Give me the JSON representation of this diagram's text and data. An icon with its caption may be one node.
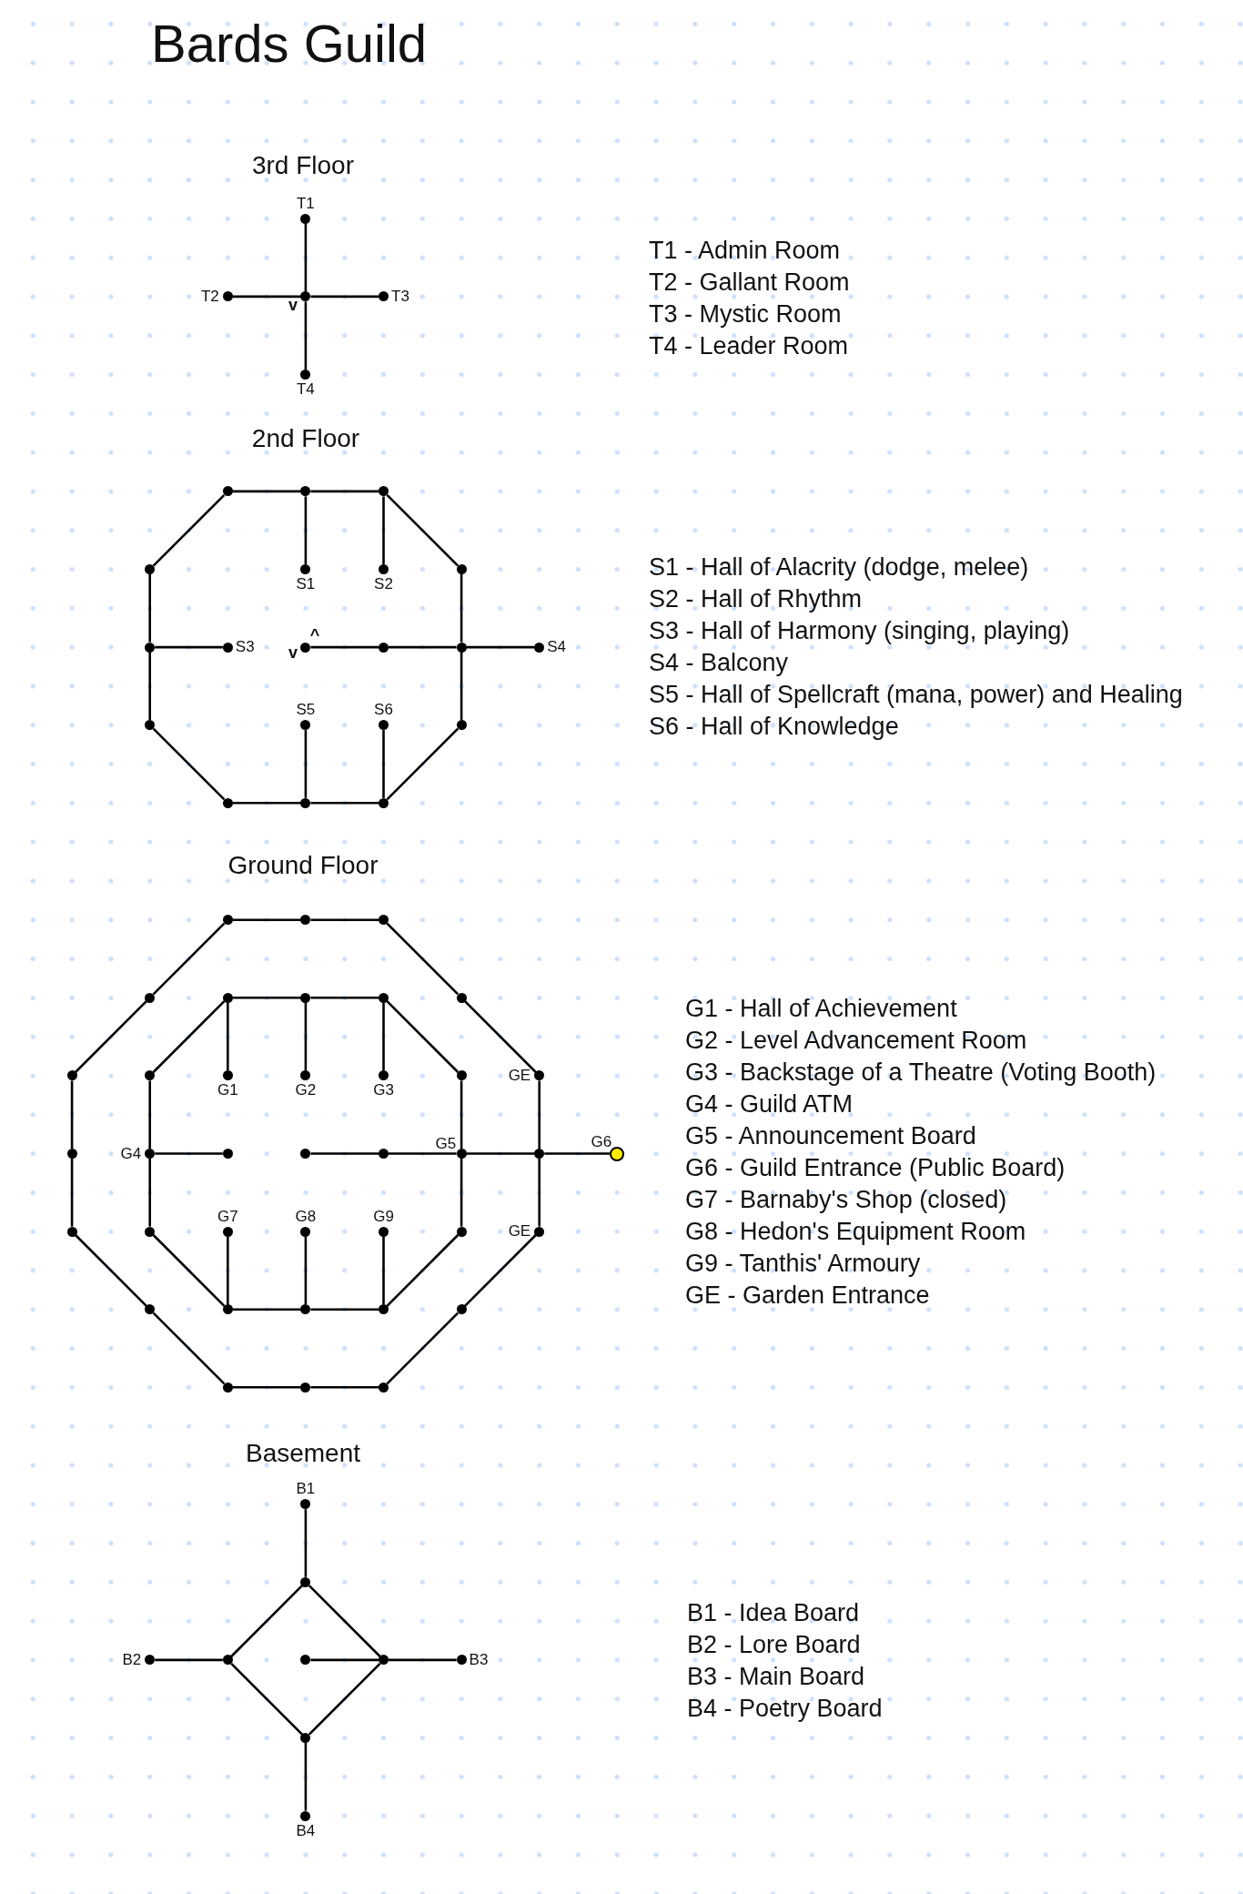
{
  "diagram": {
    "title": "Bards Guild",
    "nodes": [
      {
        "text": [],
        "shape": "circle",
        "beside": [
          "T1"
        ]
      },
      {
        "text": [],
        "shape": "circle",
        "beside": [
          "T2"
        ]
      },
      {
        "text": [],
        "shape": "circle"
      },
      {
        "text": [],
        "shape": "circle",
        "beside": [
          "T3"
        ]
      },
      {
        "text": [],
        "shape": "circle",
        "beside": [
          "T4"
        ]
      },
      {
        "text": [],
        "shape": "circle"
      },
      {
        "text": [],
        "shape": "circle"
      },
      {
        "text": [],
        "shape": "circle"
      },
      {
        "text": [],
        "shape": "circle"
      },
      {
        "text": [],
        "shape": "circle",
        "beside": [
          "S1"
        ]
      },
      {
        "text": [],
        "shape": "circle",
        "beside": [
          "S2"
        ]
      },
      {
        "text": [],
        "shape": "circle"
      },
      {
        "text": [],
        "shape": "circle"
      },
      {
        "text": [],
        "shape": "circle",
        "beside": [
          "S3"
        ]
      },
      {
        "text": [],
        "shape": "circle"
      },
      {
        "text": [],
        "shape": "circle"
      },
      {
        "text": [],
        "shape": "circle"
      },
      {
        "text": [],
        "shape": "circle",
        "beside": [
          "S4"
        ]
      },
      {
        "text": [],
        "shape": "circle"
      },
      {
        "text": [],
        "shape": "circle",
        "beside": [
          "S5"
        ]
      },
      {
        "text": [],
        "shape": "circle",
        "beside": [
          "S6"
        ]
      },
      {
        "text": [],
        "shape": "circle"
      },
      {
        "text": [],
        "shape": "circle"
      },
      {
        "text": [],
        "shape": "circle"
      },
      {
        "text": [],
        "shape": "circle"
      },
      {
        "text": [],
        "shape": "circle"
      },
      {
        "text": [],
        "shape": "circle"
      },
      {
        "text": [],
        "shape": "circle"
      },
      {
        "text": [],
        "shape": "circle"
      },
      {
        "text": [],
        "shape": "circle"
      },
      {
        "text": [],
        "shape": "circle"
      },
      {
        "text": [],
        "shape": "circle"
      },
      {
        "text": [],
        "shape": "circle"
      },
      {
        "text": [],
        "shape": "circle"
      },
      {
        "text": [],
        "shape": "circle"
      },
      {
        "text": [],
        "shape": "circle",
        "beside": [
          "G1"
        ]
      },
      {
        "text": [],
        "shape": "circle",
        "beside": [
          "G2"
        ]
      },
      {
        "text": [],
        "shape": "circle",
        "beside": [
          "G3"
        ]
      },
      {
        "text": [],
        "shape": "circle"
      },
      {
        "text": [],
        "shape": "circle",
        "beside": [
          "GE"
        ]
      },
      {
        "text": [],
        "shape": "circle"
      },
      {
        "text": [],
        "shape": "circle",
        "beside": [
          "G4"
        ]
      },
      {
        "text": [],
        "shape": "circle"
      },
      {
        "text": [],
        "shape": "circle"
      },
      {
        "text": [],
        "shape": "circle"
      },
      {
        "text": [],
        "shape": "circle",
        "beside": [
          "G5"
        ]
      },
      {
        "text": [],
        "shape": "circle"
      },
      {
        "text": [],
        "shape": "circle",
        "beside": [
          "G6"
        ]
      },
      {
        "text": [],
        "shape": "circle"
      },
      {
        "text": [],
        "shape": "circle"
      },
      {
        "text": [],
        "shape": "circle",
        "beside": [
          "G7"
        ]
      },
      {
        "text": [],
        "shape": "circle",
        "beside": [
          "G8"
        ]
      },
      {
        "text": [],
        "shape": "circle",
        "beside": [
          "G9"
        ]
      },
      {
        "text": [],
        "shape": "circle"
      },
      {
        "text": [],
        "shape": "circle",
        "beside": [
          "GE"
        ]
      },
      {
        "text": [],
        "shape": "circle"
      },
      {
        "text": [],
        "shape": "circle"
      },
      {
        "text": [],
        "shape": "circle"
      },
      {
        "text": [],
        "shape": "circle"
      },
      {
        "text": [],
        "shape": "circle"
      },
      {
        "text": [],
        "shape": "circle"
      },
      {
        "text": [],
        "shape": "circle"
      },
      {
        "text": [],
        "shape": "circle"
      },
      {
        "text": [],
        "shape": "circle",
        "beside": [
          "B1"
        ]
      },
      {
        "text": [],
        "shape": "circle"
      },
      {
        "text": [],
        "shape": "circle",
        "beside": [
          "B2"
        ]
      },
      {
        "text": [],
        "shape": "circle"
      },
      {
        "text": [],
        "shape": "circle"
      },
      {
        "text": [],
        "shape": "circle"
      },
      {
        "text": [],
        "shape": "circle",
        "beside": [
          "B3"
        ]
      },
      {
        "text": [],
        "shape": "circle"
      },
      {
        "text": [],
        "shape": "circle",
        "beside": [
          "B4"
        ]
      }
    ],
    "edges": [
      {
        "from": 0,
        "to": 2,
        "arrow": "none"
      },
      {
        "from": 1,
        "to": 2,
        "arrow": "none"
      },
      {
        "from": 2,
        "to": 3,
        "arrow": "none"
      },
      {
        "from": 2,
        "to": 4,
        "arrow": "none"
      },
      {
        "from": 5,
        "to": 6,
        "arrow": "none"
      },
      {
        "from": 6,
        "to": 7,
        "arrow": "none"
      },
      {
        "from": 6,
        "to": 9,
        "arrow": "none"
      },
      {
        "from": 7,
        "to": 10,
        "arrow": "none"
      },
      {
        "from": 7,
        "to": 11,
        "arrow": "none"
      },
      {
        "from": 11,
        "to": 16,
        "arrow": "none"
      },
      {
        "from": 16,
        "to": 21,
        "arrow": "none"
      },
      {
        "from": 21,
        "to": 24,
        "arrow": "none"
      },
      {
        "from": 24,
        "to": 23,
        "arrow": "none"
      },
      {
        "from": 23,
        "to": 22,
        "arrow": "none"
      },
      {
        "from": 22,
        "to": 18,
        "arrow": "none"
      },
      {
        "from": 18,
        "to": 12,
        "arrow": "none"
      },
      {
        "from": 12,
        "to": 8,
        "arrow": "none"
      },
      {
        "from": 8,
        "to": 5,
        "arrow": "none"
      },
      {
        "from": 12,
        "to": 13,
        "arrow": "none"
      },
      {
        "from": 14,
        "to": 15,
        "arrow": "none"
      },
      {
        "from": 15,
        "to": 16,
        "arrow": "none"
      },
      {
        "from": 16,
        "to": 17,
        "arrow": "none"
      },
      {
        "from": 23,
        "to": 19,
        "arrow": "none"
      },
      {
        "from": 24,
        "to": 20,
        "arrow": "none"
      },
      {
        "from": 25,
        "to": 26,
        "arrow": "none"
      },
      {
        "from": 26,
        "to": 27,
        "arrow": "none"
      },
      {
        "from": 27,
        "to": 32,
        "arrow": "none"
      },
      {
        "from": 32,
        "to": 39,
        "arrow": "none"
      },
      {
        "from": 39,
        "to": 46,
        "arrow": "none"
      },
      {
        "from": 46,
        "to": 54,
        "arrow": "none"
      },
      {
        "from": 54,
        "to": 59,
        "arrow": "none"
      },
      {
        "from": 59,
        "to": 62,
        "arrow": "none"
      },
      {
        "from": 62,
        "to": 61,
        "arrow": "none"
      },
      {
        "from": 61,
        "to": 60,
        "arrow": "none"
      },
      {
        "from": 60,
        "to": 55,
        "arrow": "none"
      },
      {
        "from": 55,
        "to": 48,
        "arrow": "none"
      },
      {
        "from": 48,
        "to": 40,
        "arrow": "none"
      },
      {
        "from": 40,
        "to": 33,
        "arrow": "none"
      },
      {
        "from": 33,
        "to": 28,
        "arrow": "none"
      },
      {
        "from": 28,
        "to": 25,
        "arrow": "none"
      },
      {
        "from": 29,
        "to": 30,
        "arrow": "none"
      },
      {
        "from": 30,
        "to": 31,
        "arrow": "none"
      },
      {
        "from": 31,
        "to": 38,
        "arrow": "none"
      },
      {
        "from": 38,
        "to": 45,
        "arrow": "none"
      },
      {
        "from": 45,
        "to": 53,
        "arrow": "none"
      },
      {
        "from": 53,
        "to": 58,
        "arrow": "none"
      },
      {
        "from": 58,
        "to": 57,
        "arrow": "none"
      },
      {
        "from": 57,
        "to": 56,
        "arrow": "none"
      },
      {
        "from": 56,
        "to": 49,
        "arrow": "none"
      },
      {
        "from": 49,
        "to": 41,
        "arrow": "none"
      },
      {
        "from": 41,
        "to": 34,
        "arrow": "none"
      },
      {
        "from": 34,
        "to": 29,
        "arrow": "none"
      },
      {
        "from": 29,
        "to": 35,
        "arrow": "none"
      },
      {
        "from": 30,
        "to": 36,
        "arrow": "none"
      },
      {
        "from": 31,
        "to": 37,
        "arrow": "none"
      },
      {
        "from": 41,
        "to": 42,
        "arrow": "none"
      },
      {
        "from": 43,
        "to": 44,
        "arrow": "none"
      },
      {
        "from": 44,
        "to": 45,
        "arrow": "none"
      },
      {
        "from": 45,
        "to": 46,
        "arrow": "none"
      },
      {
        "from": 46,
        "to": 47,
        "arrow": "none"
      },
      {
        "from": 56,
        "to": 50,
        "arrow": "none"
      },
      {
        "from": 57,
        "to": 51,
        "arrow": "none"
      },
      {
        "from": 58,
        "to": 52,
        "arrow": "none"
      },
      {
        "from": 63,
        "to": 64,
        "arrow": "none"
      },
      {
        "from": 64,
        "to": 66,
        "arrow": "none"
      },
      {
        "from": 64,
        "to": 68,
        "arrow": "none"
      },
      {
        "from": 66,
        "to": 70,
        "arrow": "none"
      },
      {
        "from": 68,
        "to": 70,
        "arrow": "none"
      },
      {
        "from": 65,
        "to": 66,
        "arrow": "none"
      },
      {
        "from": 67,
        "to": 68,
        "arrow": "none"
      },
      {
        "from": 68,
        "to": 69,
        "arrow": "none"
      },
      {
        "from": 70,
        "to": 71,
        "arrow": "none"
      }
    ],
    "labels": [
      "3rd Floor",
      "v",
      "T1 - Admin Room",
      "T2 - Gallant Room",
      "T3 - Mystic Room",
      "T4 - Leader Room",
      "2nd Floor",
      "^",
      "v",
      "S1 - Hall of Alacrity (dodge, melee)",
      "S2 - Hall of Rhythm",
      "S3 - Hall of Harmony (singing, playing)",
      "S4 - Balcony",
      "S5 - Hall of Spellcraft (mana, power) and Healing",
      "S6 - Hall of Knowledge",
      "Ground Floor",
      "G1 - Hall of Achievement",
      "G2 - Level Advancement Room",
      "G3 - Backstage of a Theatre (Voting Booth)",
      "G4 - Guild ATM",
      "G5 - Announcement Board",
      "G6 - Guild Entrance (Public Board)",
      "G7 - Barnaby's Shop (closed)",
      "G8 - Hedon's Equipment Room",
      "G9 - Tanthis' Armoury",
      "GE - Garden Entrance",
      "Basement",
      "B1 - Idea Board",
      "B2 - Lore Board",
      "B3 - Main Board",
      "B4 - Poetry Board"
    ]
  }
}
